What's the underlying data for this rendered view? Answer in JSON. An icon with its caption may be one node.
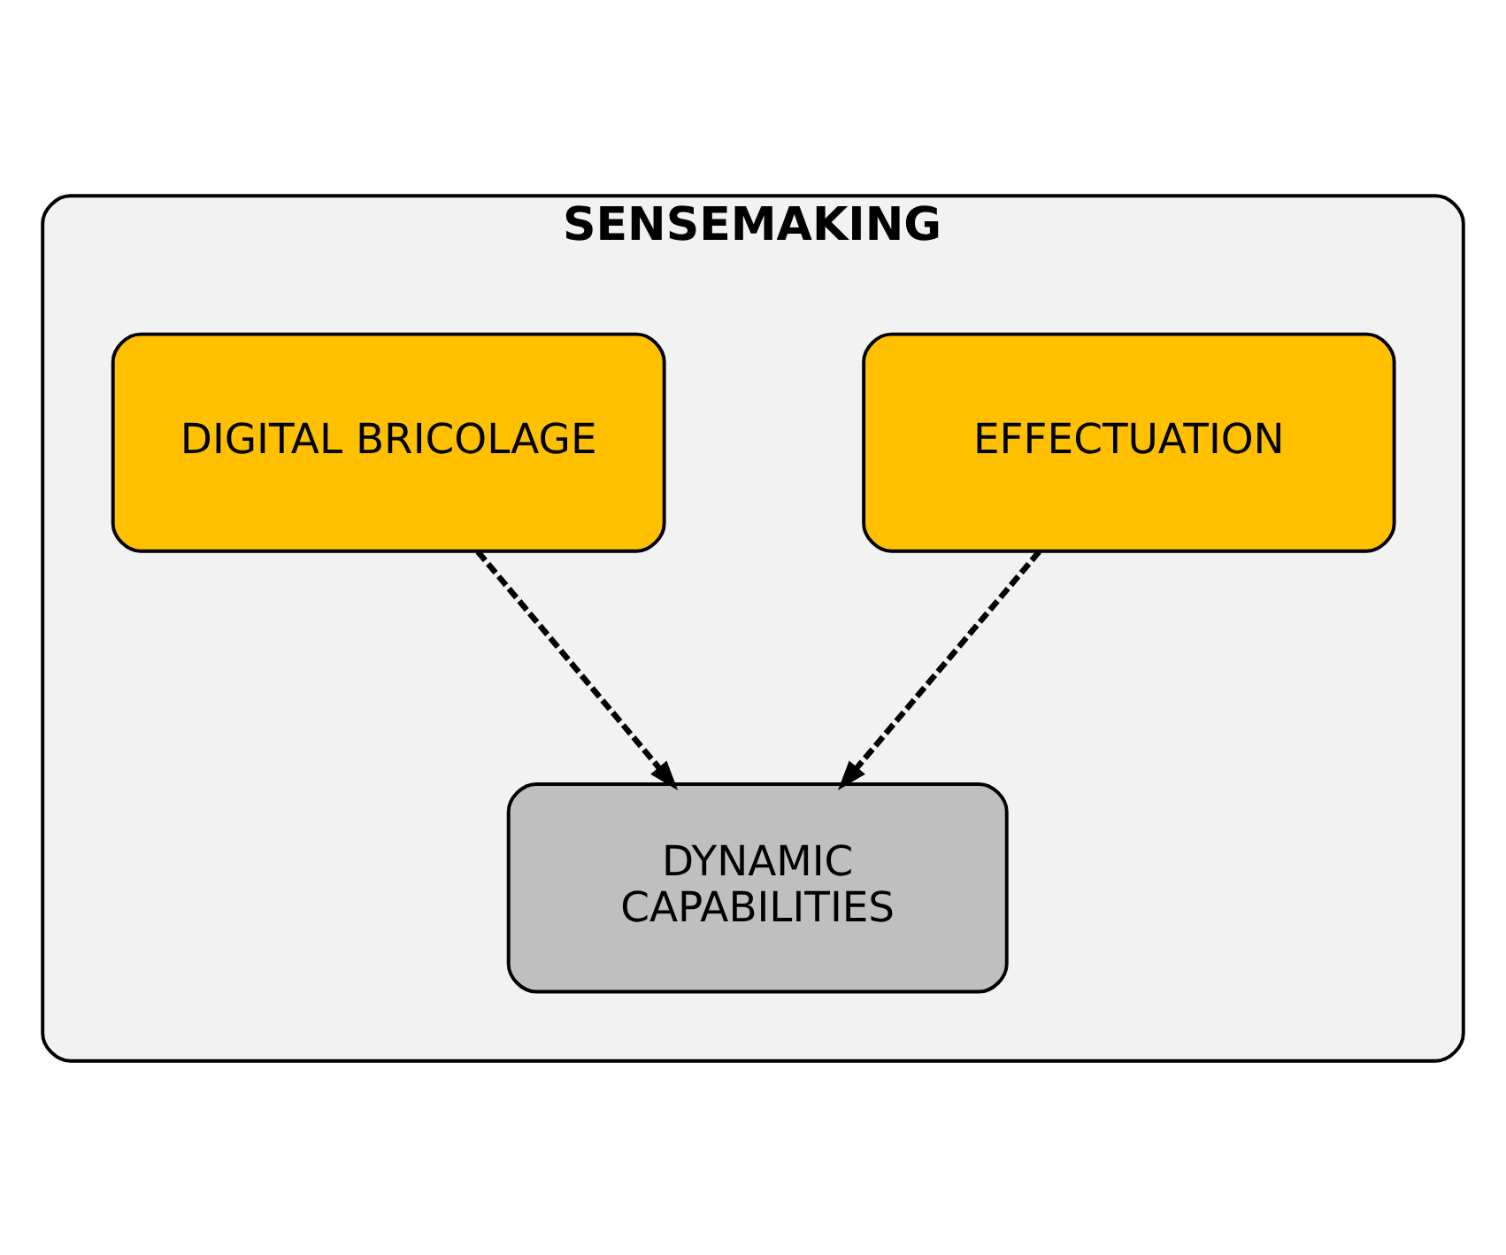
{
  "diagram": {
    "nodes": [
      {
        "text": [
          "SENSEMAKING"
        ]
      },
      {
        "text": [
          "EFFECTUATION"
        ],
        "in": 0
      },
      {
        "text": [
          "DIGITAL BRICOLAGE"
        ],
        "in": 0
      },
      {
        "text": [
          "DYNAMIC CAPABILITIES"
        ],
        "in": 0
      }
    ],
    "edges": [
      {
        "from": 1,
        "to": 3,
        "arrow": "to",
        "style": "dashed"
      },
      {
        "from": 2,
        "to": 3,
        "arrow": "to",
        "style": "dashed"
      }
    ]
  }
}
